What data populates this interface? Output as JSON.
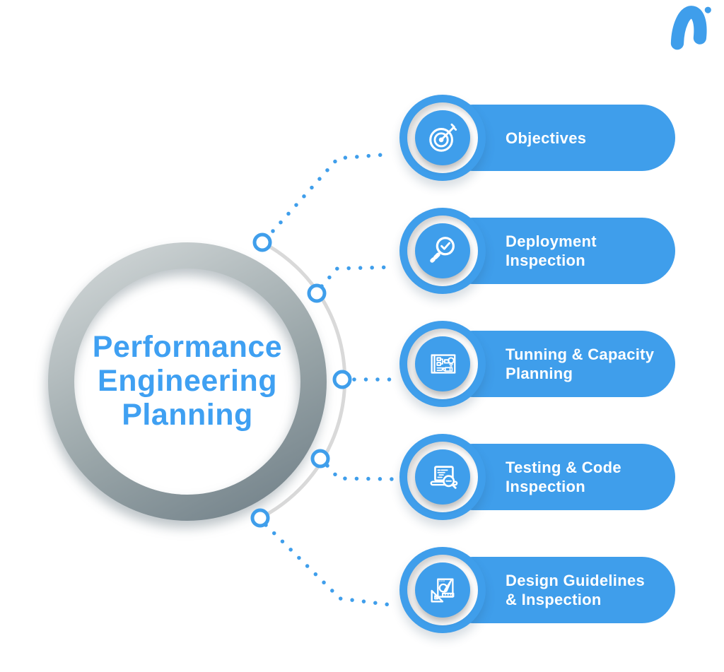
{
  "title": {
    "lines": [
      "Performance",
      "Engineering",
      "Planning"
    ]
  },
  "logo": {
    "icon": "appinventiv-logo"
  },
  "colors": {
    "accent_blue": "#3F9EEB",
    "title_blue": "#3FA0F2",
    "pill_text": "#FFFFFF",
    "ring_gray_light": "#CDD3D4",
    "ring_gray_dark": "#73828A",
    "arc_gray": "#D9D9D9"
  },
  "items": [
    {
      "icon": "target-arrow-icon",
      "lines": [
        "Objectives",
        ""
      ]
    },
    {
      "icon": "magnifier-check-icon",
      "lines": [
        "Deployment",
        "Inspection"
      ]
    },
    {
      "icon": "blueprint-plan-icon",
      "lines": [
        "Tunning & Capacity",
        "Planning"
      ]
    },
    {
      "icon": "laptop-code-magnifier-icon",
      "lines": [
        "Testing & Code",
        "Inspection"
      ]
    },
    {
      "icon": "design-tools-icon",
      "lines": [
        "Design Guidelines",
        "& Inspection"
      ]
    }
  ]
}
